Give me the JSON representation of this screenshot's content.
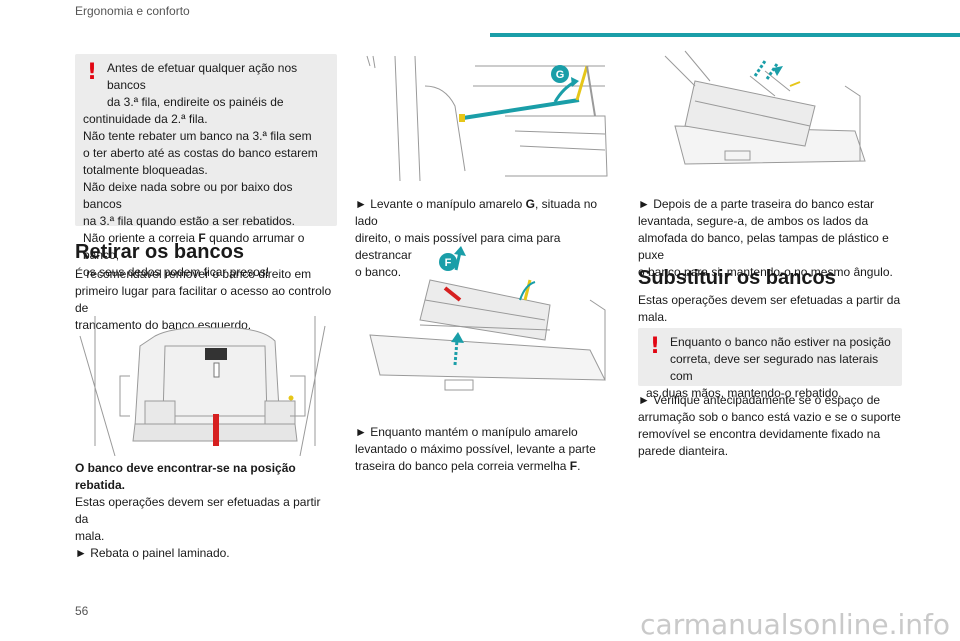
{
  "header": {
    "section": "Ergonomia e conforto"
  },
  "col1": {
    "warning_line1": "Antes de efetuar qualquer ação nos bancos",
    "warning_line2": "da 3.ª fila, endireite os painéis de",
    "warning_line3": "continuidade da 2.ª fila.",
    "warning_line4": "Não tente rebater um banco na 3.ª fila sem",
    "warning_line5": "o ter aberto até as costas do banco estarem",
    "warning_line6": "totalmente bloqueadas.",
    "warning_line7": "Não deixe nada sobre ou por baixo dos bancos",
    "warning_line8": "na 3.ª fila quando estão a ser rebatidos.",
    "warning_line9a": "Não oriente a correia ",
    "warning_line9b": "F",
    "warning_line9c": " quando arrumar o banco,",
    "warning_line10": "os seus dedos podem ficar presos!",
    "heading": "Retirar os bancos",
    "intro_line1": "É recomendável remover o banco direito em",
    "intro_line2": "primeiro lugar para facilitar o acesso ao controlo de",
    "intro_line3": "trancamento do banco esquerdo.",
    "bold_note": "O banco deve encontrar-se na posição rebatida.",
    "after_line1": "Estas operações devem ser efetuadas a partir da",
    "after_line2": "mala.",
    "step_fold": "► Rebata o painel laminado."
  },
  "col2": {
    "label_g": "G",
    "label_f": "F",
    "step1_line1a": "► Levante o manípulo amarelo ",
    "step1_line1b": "G",
    "step1_line1c": ", situada no lado",
    "step1_line2": "direito, o mais possível para cima para destrancar",
    "step1_line3": "o banco.",
    "step2_line1": "► Enquanto mantém o manípulo amarelo",
    "step2_line2": "levantado o máximo possível, levante a parte",
    "step2_line3a": "traseira do banco pela correia vermelha ",
    "step2_line3b": "F",
    "step2_line3c": "."
  },
  "col3": {
    "step3_line1": "► Depois de a parte traseira do banco estar",
    "step3_line2": "levantada, segure-a, de ambos os lados da",
    "step3_line3": "almofada do banco, pelas tampas de plástico e puxe",
    "step3_line4": "o banco para si, mantendo-o no mesmo ângulo.",
    "heading": "Substituir os bancos",
    "intro_line1": "Estas operações devem ser efetuadas a partir da",
    "intro_line2": "mala.",
    "warning_line1": "Enquanto o banco não estiver na posição",
    "warning_line2": "correta, deve ser segurado nas laterais com",
    "warning_line3": "as duas mãos, mantendo-o rebatido.",
    "step4_line1": "► Verifique antecipadamente se o espaço de",
    "step4_line2": "arrumação sob o banco está vazio e se o suporte",
    "step4_line3": "removível se encontra devidamente fixado na",
    "step4_line4": "parede dianteira."
  },
  "footer": {
    "page_number": "56",
    "watermark": "carmanualsonline.info"
  },
  "colors": {
    "accent": "#1a9ea8",
    "warning": "#e10613",
    "strap": "#d62020",
    "handle": "#e6c619"
  }
}
